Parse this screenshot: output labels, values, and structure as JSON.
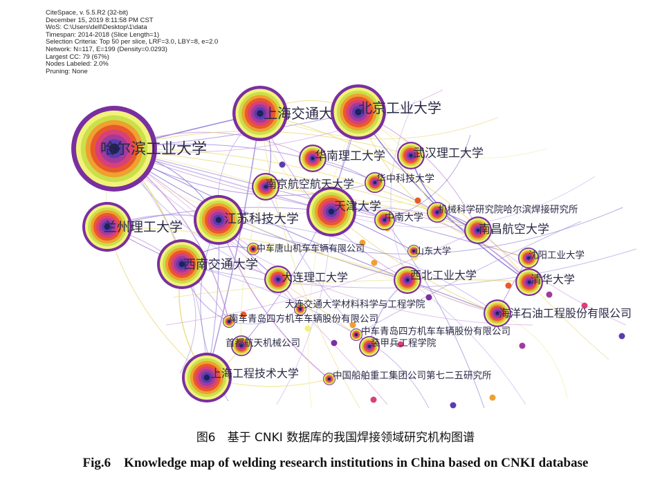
{
  "meta_lines": [
    "CiteSpace, v. 5.5.R2 (32-bit)",
    "December 15, 2019 8:11:58 PM CST",
    "WoS: C:\\Users\\dell\\Desktop\\1\\data",
    "Timespan: 2014-2018 (Slice Length=1)",
    "Selection Criteria: Top 50 per slice, LRF=3.0, LBY=8, e=2.0",
    "Network: N=117, E=199 (Density=0.0293)",
    "Largest CC: 79 (67%)",
    "Nodes Labeled: 2.0%",
    "Pruning: None"
  ],
  "caption_cn": "图6　基于 CNKI 数据库的我国焊接领域研究机构图谱",
  "caption_en": "Fig.6　Knowledge map of welding research institutions in China based on CNKI database",
  "colors": {
    "ring_sequence": [
      "#7a2fa0",
      "#f2f27a",
      "#c9e04a",
      "#f0a030",
      "#e85a2a",
      "#d8407a",
      "#a23a9c",
      "#5a3cb0",
      "#2f5fd0"
    ],
    "edge_colors": [
      "#7a63c8",
      "#9c7fd8",
      "#c48fd8",
      "#e8d46a",
      "#f2e89a",
      "#b8a8e8"
    ],
    "label": "#2a2a46"
  },
  "institutions": [
    {
      "id": "hit",
      "label": "哈尔滨工业大学",
      "size": "xl"
    },
    {
      "id": "sjtu",
      "label": "上海交通大学",
      "size": "l"
    },
    {
      "id": "bjut",
      "label": "北京工业大学",
      "size": "l"
    },
    {
      "id": "lut",
      "label": "兰州理工大学",
      "size": "m"
    },
    {
      "id": "swjtu",
      "label": "西南交通大学",
      "size": "m"
    },
    {
      "id": "just",
      "label": "江苏科技大学",
      "size": "m"
    },
    {
      "id": "tju",
      "label": "天津大学",
      "size": "m"
    },
    {
      "id": "scut",
      "label": "华南理工大学",
      "size": "s"
    },
    {
      "id": "whut",
      "label": "武汉理工大学",
      "size": "s"
    },
    {
      "id": "nuaa",
      "label": "南京航空航天大学",
      "size": "s"
    },
    {
      "id": "hust",
      "label": "华中科技大学",
      "size": "xs"
    },
    {
      "id": "csu",
      "label": "中南大学",
      "size": "xs"
    },
    {
      "id": "hwi",
      "label": "机械科学研究院哈尔滨焊接研究所",
      "size": "xs"
    },
    {
      "id": "nchu",
      "label": "南昌航空大学",
      "size": "s"
    },
    {
      "id": "crrc_ts",
      "label": "中车唐山机车车辆有限公司",
      "size": "xxs"
    },
    {
      "id": "sdu",
      "label": "山东大学",
      "size": "xxs"
    },
    {
      "id": "sut",
      "label": "沈阳工业大学",
      "size": "xs"
    },
    {
      "id": "dlut",
      "label": "大连理工大学",
      "size": "s"
    },
    {
      "id": "nwpu",
      "label": "西北工业大学",
      "size": "s"
    },
    {
      "id": "thu",
      "label": "清华大学",
      "size": "s"
    },
    {
      "id": "djtu",
      "label": "大连交通大学材料科学与工程学院",
      "size": "xxs"
    },
    {
      "id": "cooec",
      "label": "海洋石油工程股份有限公司",
      "size": "s"
    },
    {
      "id": "crrc_sf_south",
      "label": "南车青岛四方机车车辆股份有限公司",
      "size": "xxs"
    },
    {
      "id": "crrc_sf",
      "label": "中车青岛四方机车车辆股份有限公司",
      "size": "xxs"
    },
    {
      "id": "cabm",
      "label": "首都航天机械公司",
      "size": "xs"
    },
    {
      "id": "aae",
      "label": "装甲兵工程学院",
      "size": "xs"
    },
    {
      "id": "sues",
      "label": "上海工程技术大学",
      "size": "m"
    },
    {
      "id": "csic725",
      "label": "中国船舶重工集团公司第七二五研究所",
      "size": "xxs"
    }
  ]
}
